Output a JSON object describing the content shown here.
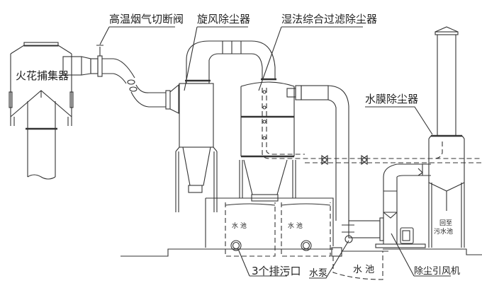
{
  "diagram": {
    "title": "Dust removal process flow",
    "labels": {
      "spark_catcher": "火花捕集器",
      "shutoff_valve": "高温烟气切断阀",
      "cyclone": "旋风除尘器",
      "wet_filter": "湿法综合过滤除尘器",
      "water_film": "水膜除尘器",
      "pool_left": "水 池",
      "pool_right": "水 池",
      "drain_outlets": "3个排污口",
      "pump": "水泵",
      "sump": "水 池",
      "fan": "除尘引风机",
      "return_line1": "回至",
      "return_line2": "污水池"
    }
  }
}
